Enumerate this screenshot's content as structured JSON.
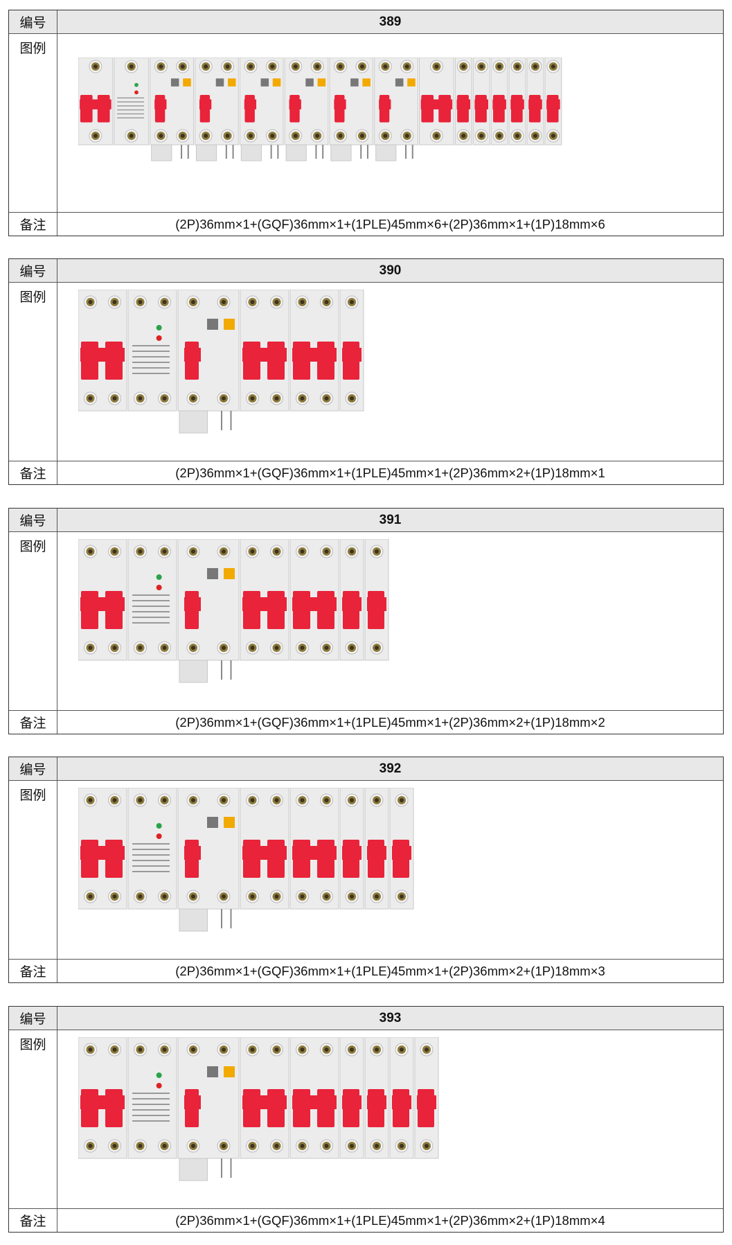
{
  "labels": {
    "id": "编号",
    "figure": "图例",
    "remark": "备注"
  },
  "colors": {
    "header_bg": "#e8e8e8",
    "handle_red": "#e8233a",
    "body": "#ececec",
    "led_green": "#2aa34a",
    "led_red": "#d22",
    "key_yellow": "#f2a900",
    "key_gray": "#777"
  },
  "sections": [
    {
      "id": "389",
      "remark": "(2P)36mm×1+(GQF)36mm×1+(1PLE)45mm×6+(2P)36mm×1+(1P)18mm×6",
      "modules": [
        "2P",
        "GQF",
        "1PLE",
        "1PLE",
        "1PLE",
        "1PLE",
        "1PLE",
        "1PLE",
        "2P",
        "1P",
        "1P",
        "1P",
        "1P",
        "1P",
        "1P"
      ]
    },
    {
      "id": "390",
      "remark": "(2P)36mm×1+(GQF)36mm×1+(1PLE)45mm×1+(2P)36mm×2+(1P)18mm×1",
      "modules": [
        "2P",
        "GQF",
        "1PLE",
        "2P",
        "2P",
        "1P"
      ]
    },
    {
      "id": "391",
      "remark": "(2P)36mm×1+(GQF)36mm×1+(1PLE)45mm×1+(2P)36mm×2+(1P)18mm×2",
      "modules": [
        "2P",
        "GQF",
        "1PLE",
        "2P",
        "2P",
        "1P",
        "1P"
      ]
    },
    {
      "id": "392",
      "remark": "(2P)36mm×1+(GQF)36mm×1+(1PLE)45mm×1+(2P)36mm×2+(1P)18mm×3",
      "modules": [
        "2P",
        "GQF",
        "1PLE",
        "2P",
        "2P",
        "1P",
        "1P",
        "1P"
      ]
    },
    {
      "id": "393",
      "remark": "(2P)36mm×1+(GQF)36mm×1+(1PLE)45mm×1+(2P)36mm×2+(1P)18mm×4",
      "modules": [
        "2P",
        "GQF",
        "1PLE",
        "2P",
        "2P",
        "1P",
        "1P",
        "1P",
        "1P"
      ]
    }
  ]
}
